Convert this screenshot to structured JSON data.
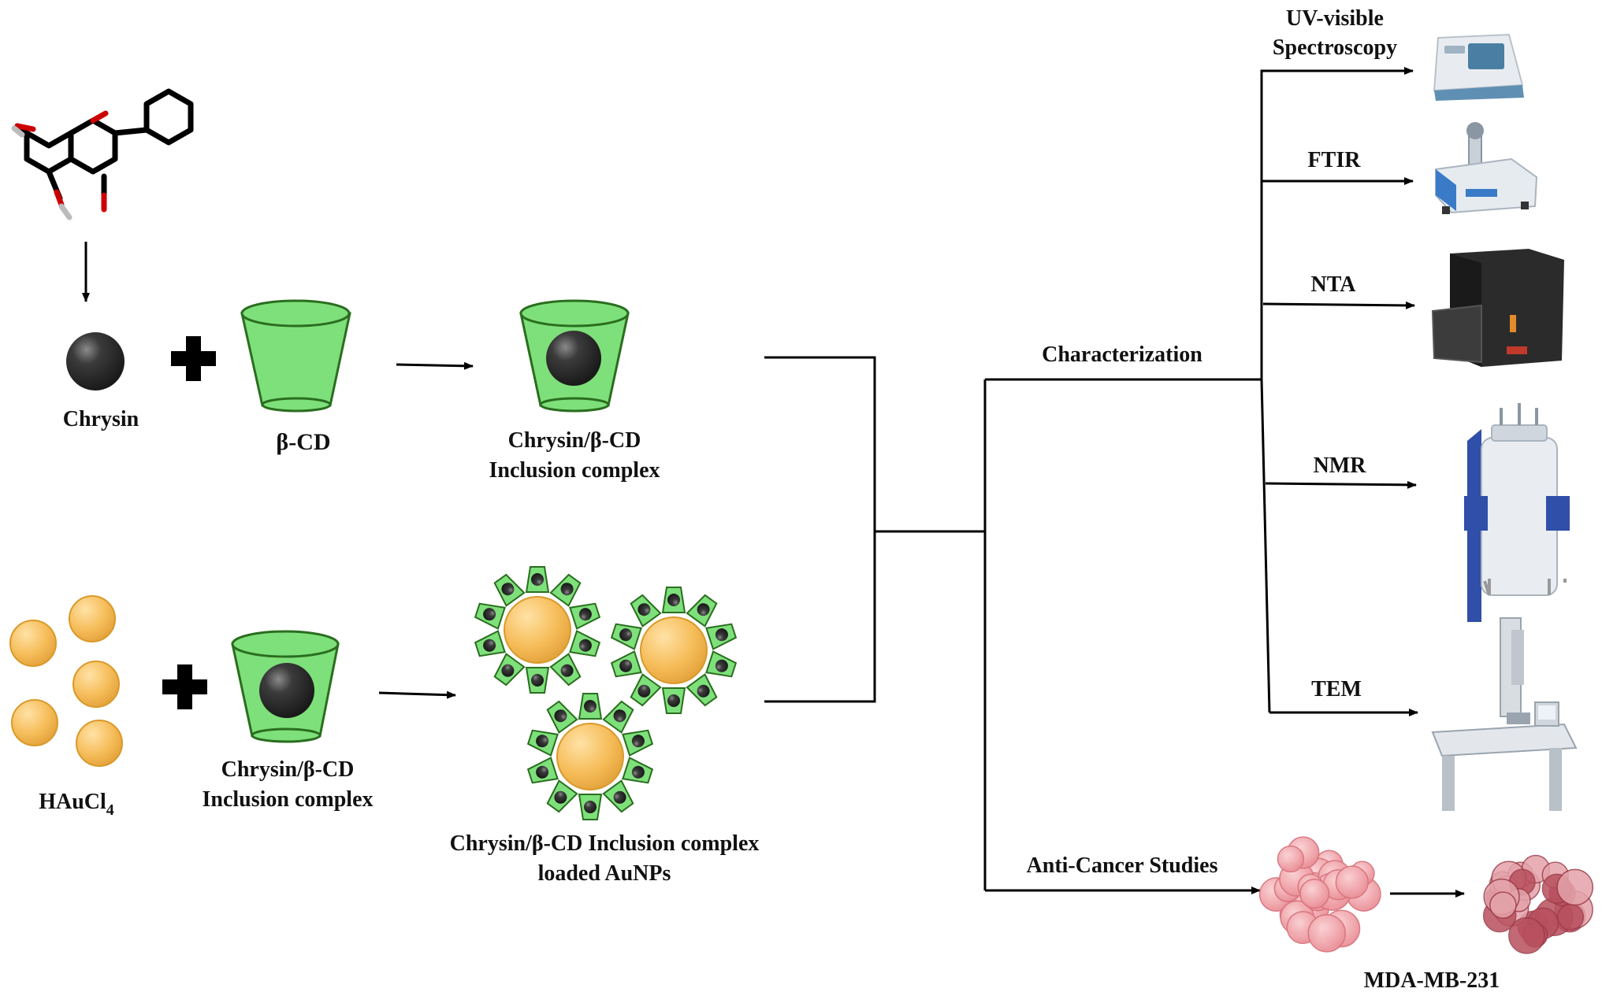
{
  "labels": {
    "chrysin": "Chrysin",
    "beta_cd": "β-CD",
    "inclusion_title": "Chrysin/β-CD",
    "inclusion_sub": "Inclusion complex",
    "hau_base": "HAuCl",
    "hau_sub": "4",
    "inclusion2_title": "Chrysin/β-CD",
    "inclusion2_sub": "Inclusion complex",
    "aunp_line1": "Chrysin/β-CD Inclusion complex",
    "aunp_line2": "loaded AuNPs",
    "characterization": "Characterization",
    "anticancer": "Anti-Cancer Studies",
    "uv_line1": "UV-visible",
    "uv_line2": "Spectroscopy",
    "ftir": "FTIR",
    "nta": "NTA",
    "nmr": "NMR",
    "tem": "TEM",
    "cell_line": "MDA-MB-231"
  },
  "colors": {
    "cup_fill": "#7ee07a",
    "cup_stroke": "#2a6e1f",
    "ball": "#3a3a3a",
    "gold": "#f6bd5a",
    "gold_stroke": "#d99a2b",
    "line": "#000000",
    "cell": "#f2a0a5",
    "cell_dark": "#b8505e"
  }
}
